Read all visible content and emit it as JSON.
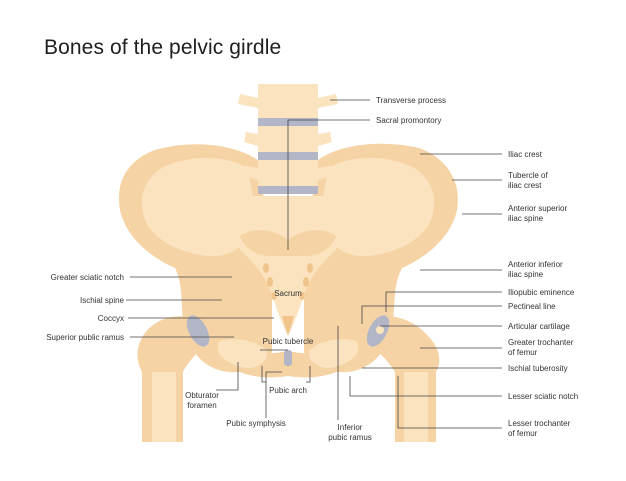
{
  "title": "Bones of the pelvic girdle",
  "colors": {
    "bone_light": "#fbe3bf",
    "bone_mid": "#f6d3a5",
    "bone_dark": "#f0c48b",
    "cartilage": "#b3b6c7",
    "line": "#444444",
    "text": "#333333"
  },
  "labels": {
    "transverse_process": "Transverse process",
    "sacral_promontory": "Sacral promontory",
    "iliac_crest": "Iliac crest",
    "tubercle_of_iliac_crest_1": "Tubercle of",
    "tubercle_of_iliac_crest_2": "iliac crest",
    "anterior_superior_iliac_spine_1": "Anterior superior",
    "anterior_superior_iliac_spine_2": "iliac spine",
    "anterior_inferior_iliac_spine_1": "Anterior inferior",
    "anterior_inferior_iliac_spine_2": "iliac spine",
    "iliopubic_eminence": "Iliopubic eminence",
    "pectineal_line": "Pectineal line",
    "articular_cartilage": "Articular cartilage",
    "greater_trochanter_1": "Greater trochanter",
    "greater_trochanter_2": "of femur",
    "ischial_tuberosity": "Ischial tuberosity",
    "lesser_sciatic_notch": "Lesser sciatic notch",
    "lesser_trochanter_1": "Lesser trochanter",
    "lesser_trochanter_2": "of femur",
    "greater_sciatic_notch": "Greater sciatic notch",
    "ischial_spine": "Ischial spine",
    "coccyx": "Coccyx",
    "superior_pubic_ramus": "Superior public ramus",
    "sacrum": "Sacrum",
    "pubic_tubercle": "Pubic tubercle",
    "pubic_arch": "Pubic arch",
    "obturator_foramen_1": "Obturator",
    "obturator_foramen_2": "foramen",
    "pubic_symphysis": "Pubic symphysis",
    "inferior_pubic_ramus_1": "Inferior",
    "inferior_pubic_ramus_2": "pubic ramus"
  }
}
